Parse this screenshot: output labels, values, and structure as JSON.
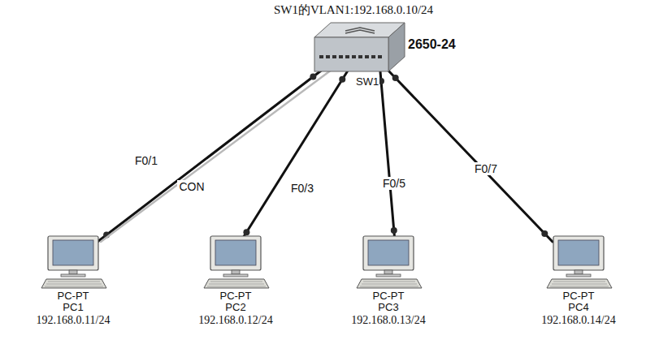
{
  "diagram": {
    "title": "SW1的VLAN1:192.168.0.10/24",
    "nodes": [
      {
        "text": [
          "2650-24",
          "SW1"
        ]
      },
      {
        "text": [
          "PC-PT",
          "PC1",
          "192.168.0.11/24"
        ]
      },
      {
        "text": [
          "PC-PT",
          "PC2",
          "192.168.0.12/24"
        ]
      },
      {
        "text": [
          "PC-PT",
          "PC3",
          "192.168.0.13/24"
        ]
      },
      {
        "text": [
          "PC-PT",
          "PC4",
          "192.168.0.14/24"
        ]
      }
    ],
    "edges": [
      {
        "from": 0,
        "to": 1,
        "arrow": "none",
        "label": "F0/1"
      },
      {
        "from": 0,
        "to": 1,
        "arrow": "none",
        "label": "CON"
      },
      {
        "from": 0,
        "to": 2,
        "arrow": "none",
        "label": "F0/3"
      },
      {
        "from": 0,
        "to": 3,
        "arrow": "none",
        "label": "F0/5"
      },
      {
        "from": 0,
        "to": 4,
        "arrow": "none",
        "label": "F0/7"
      }
    ]
  }
}
